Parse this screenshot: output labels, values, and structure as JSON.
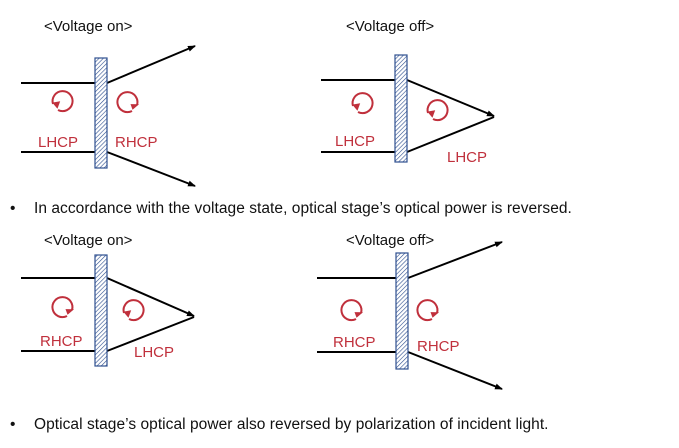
{
  "colors": {
    "ray": "#000000",
    "polarization": "#c0303c",
    "plate_border": "#2e4f8f",
    "plate_hatch": "#2e4f8f"
  },
  "panels": [
    {
      "id": "top-left",
      "title": "<Voltage on>",
      "incident_label": "LHCP",
      "incident_rotation": "counterclockwise-arrow",
      "output_label": "RHCP",
      "output_rotation": "clockwise-arrow",
      "output_behavior": "diverging"
    },
    {
      "id": "top-right",
      "title": "<Voltage off>",
      "incident_label": "LHCP",
      "incident_rotation": "counterclockwise-arrow",
      "output_label": "LHCP",
      "output_rotation": "counterclockwise-arrow",
      "output_behavior": "converging"
    },
    {
      "id": "bottom-left",
      "title": "<Voltage on>",
      "incident_label": "RHCP",
      "incident_rotation": "clockwise-arrow",
      "output_label": "LHCP",
      "output_rotation": "counterclockwise-arrow",
      "output_behavior": "converging"
    },
    {
      "id": "bottom-right",
      "title": "<Voltage off>",
      "incident_label": "RHCP",
      "incident_rotation": "clockwise-arrow",
      "output_label": "RHCP",
      "output_rotation": "clockwise-arrow",
      "output_behavior": "diverging"
    }
  ],
  "bullets": [
    {
      "marker": "•",
      "text": "In accordance with the voltage state, optical stage’s optical power is reversed."
    },
    {
      "marker": "•",
      "text": "Optical stage’s optical power also reversed by polarization of incident light."
    }
  ]
}
